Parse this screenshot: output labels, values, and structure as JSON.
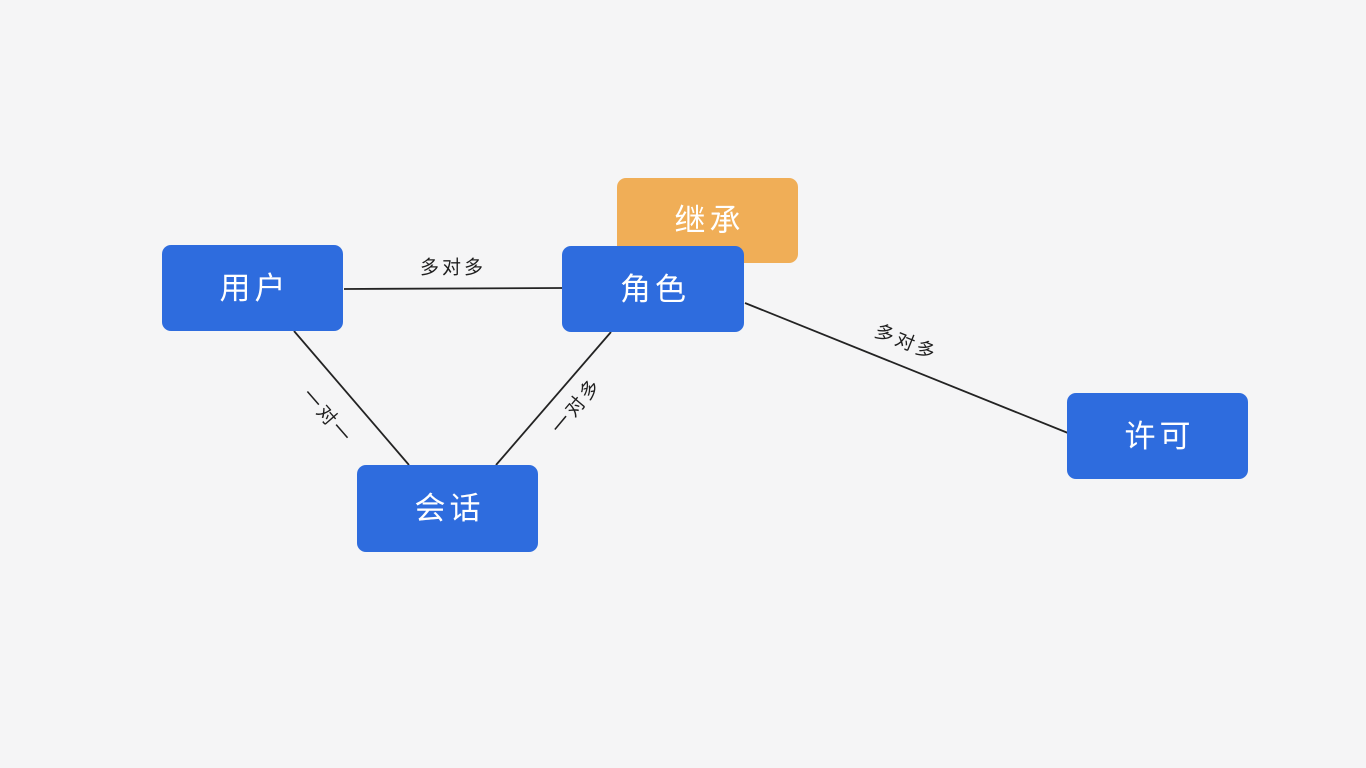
{
  "canvas": {
    "background_color": "#f5f5f6"
  },
  "diagram": {
    "type": "relationship-diagram",
    "nodes": [
      {
        "id": "inherit",
        "label": "继承",
        "fill_color": "#f0ae57",
        "text_color": "#ffffff"
      },
      {
        "id": "user",
        "label": "用户",
        "fill_color": "#2e6cde",
        "text_color": "#ffffff"
      },
      {
        "id": "role",
        "label": "角色",
        "fill_color": "#2e6cde",
        "text_color": "#ffffff"
      },
      {
        "id": "session",
        "label": "会话",
        "fill_color": "#2e6cde",
        "text_color": "#ffffff"
      },
      {
        "id": "permission",
        "label": "许可",
        "fill_color": "#2e6cde",
        "text_color": "#ffffff"
      }
    ],
    "edges": [
      {
        "from": "user",
        "to": "role",
        "label": "多对多"
      },
      {
        "from": "user",
        "to": "session",
        "label": "一对一"
      },
      {
        "from": "role",
        "to": "session",
        "label": "一对多"
      },
      {
        "from": "role",
        "to": "permission",
        "label": "多对多"
      }
    ],
    "edge_line_color": "#232323",
    "edge_label_color": "#1f1f1f"
  }
}
